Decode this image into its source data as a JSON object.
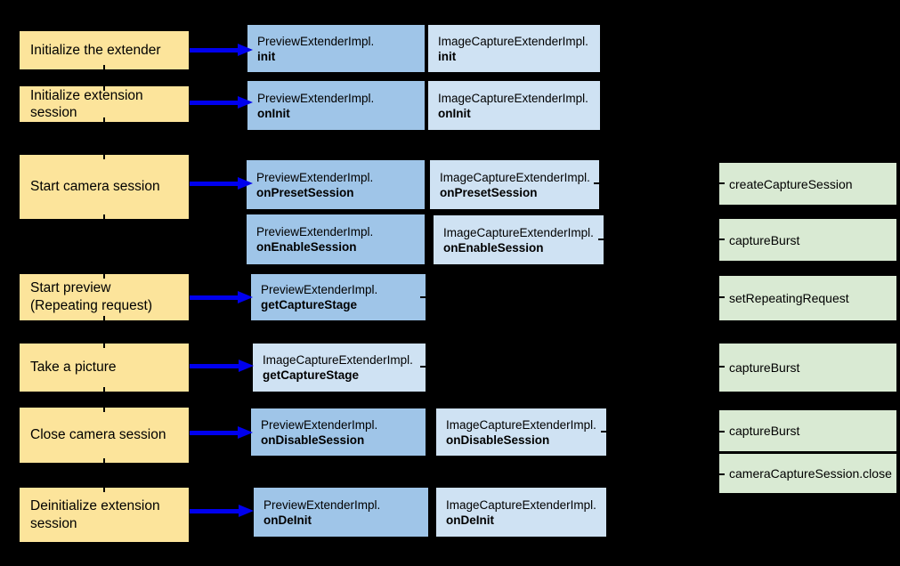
{
  "colors": {
    "background": "#000000",
    "step_fill": "#fce49b",
    "preview_extender_fill": "#9fc5e8",
    "image_capture_extender_fill": "#cfe2f3",
    "camera2_fill": "#d9ead3",
    "arrow": "#0000ee",
    "text": "#000000",
    "connector": "#000000"
  },
  "steps": [
    {
      "label": "Initialize the extender"
    },
    {
      "label": "Initialize extension session"
    },
    {
      "label": "Start camera session"
    },
    {
      "label": "Start preview (Repeating request)"
    },
    {
      "label": "Take a picture"
    },
    {
      "label": "Close camera session"
    },
    {
      "label": "Deinitialize extension session"
    }
  ],
  "impl": [
    {
      "cls": "PreviewExtenderImpl.",
      "method": "init"
    },
    {
      "cls": "ImageCaptureExtenderImpl.",
      "method": "init"
    },
    {
      "cls": "PreviewExtenderImpl.",
      "method": "onInit"
    },
    {
      "cls": "ImageCaptureExtenderImpl.",
      "method": "onInit"
    },
    {
      "cls": "PreviewExtenderImpl.",
      "method": "onPresetSession"
    },
    {
      "cls": "ImageCaptureExtenderImpl.",
      "method": "onPresetSession"
    },
    {
      "cls": "PreviewExtenderImpl.",
      "method": "onEnableSession"
    },
    {
      "cls": "ImageCaptureExtenderImpl.",
      "method": "onEnableSession"
    },
    {
      "cls": "PreviewExtenderImpl.",
      "method": "getCaptureStage"
    },
    {
      "cls": "ImageCaptureExtenderImpl.",
      "method": "getCaptureStage"
    },
    {
      "cls": "PreviewExtenderImpl.",
      "method": "onDisableSession"
    },
    {
      "cls": "ImageCaptureExtenderImpl.",
      "method": "onDisableSession"
    },
    {
      "cls": "PreviewExtenderImpl.",
      "method": "onDeInit"
    },
    {
      "cls": "ImageCaptureExtenderImpl.",
      "method": "onDeInit"
    }
  ],
  "camera2": [
    {
      "label": "createCaptureSession"
    },
    {
      "label": "captureBurst"
    },
    {
      "label": "setRepeatingRequest"
    },
    {
      "label": "captureBurst"
    },
    {
      "label": "captureBurst"
    },
    {
      "label": "cameraCaptureSession.close"
    }
  ]
}
